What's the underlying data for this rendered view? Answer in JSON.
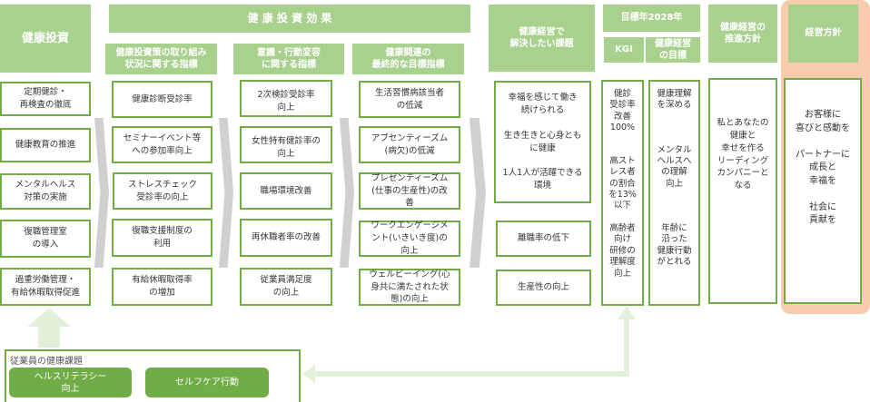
{
  "investment": {
    "header": "健康投資",
    "items": [
      "定期健診・\n再検査の徹底",
      "健康教育の推進",
      "メンタルヘルス\n対策の実施",
      "復職管理室\nの導入",
      "過重労働管理・\n有給休暇取得促進"
    ]
  },
  "effect": {
    "header": "健 康 投 資 効 果",
    "col1": {
      "header": "健康投資策の取り組み\n状況に関する指標",
      "items": [
        "健康診断受診率",
        "セミナーイベント等\nへの参加率向上",
        "ストレスチェック\n受診率の向上",
        "復職支援制度の\n利用",
        "有給休暇取得率\nの増加"
      ]
    },
    "col2": {
      "header": "意識・行動変容\nに関する指標",
      "items": [
        "2次検診受診率\n向上",
        "女性特有健診率の\n向上",
        "職場環境改善",
        "再休職者率の改善",
        "従業員満足度\nの向上"
      ]
    },
    "col3": {
      "header": "健康関連の\n最終的な目標指標",
      "items": [
        "生活習慣病該当者\nの低減",
        "アブセンティーズム\n(病欠)の低減",
        "プレゼンティーズム\n(仕事の生産性)の改\n善",
        "ワークエンゲージメ\nント(いきいき度)の\n向上",
        "ウェルビーイング(心\n身共に満たされた状\n態)の向上"
      ]
    }
  },
  "issues": {
    "header": "健康経営で\n解決したい課題",
    "items": [
      "幸福を感じて働き\n続けられる\n\n生き生きと心身とも\nに健康\n\n1人1人が活躍できる\n環境",
      "離職率の低下",
      "生産性の向上"
    ]
  },
  "target": {
    "header": "目標年2028年",
    "kgi_header": "KGI",
    "goal_header": "健康経営\nの目標",
    "kgi": "健診\n受診率\n改善\n100%\n\n\n高スト\nレス者\nの割合\nを13%\n以下\n\n高齢者\n向け\n研修の\n理解度\n向上",
    "goal": "健康理解\nを深める\n\n\n\nメンタル\nヘルスへ\nの理解\n向上\n\n\n\n年齢に\n沿った\n健康行動\nがとれる"
  },
  "policy": {
    "header": "健康経営の\n推進方針",
    "text": "私とあなたの\n健康と\n幸せを作る\nリーディング\nカンパニーと\nなる"
  },
  "management": {
    "header": "経営方針",
    "text": "お客様に\n喜びと感動を\n\nパートナーに\n成長と\n幸福を\n\n社会に\n貢献を"
  },
  "employee": {
    "label": "従業員の健康課題",
    "buttons": [
      "ヘルスリテラシー\n向上",
      "セルフケア行動"
    ]
  },
  "colors": {
    "header": "#a9d18e",
    "border": "#70ad47",
    "highlight": "#f8cbad"
  }
}
